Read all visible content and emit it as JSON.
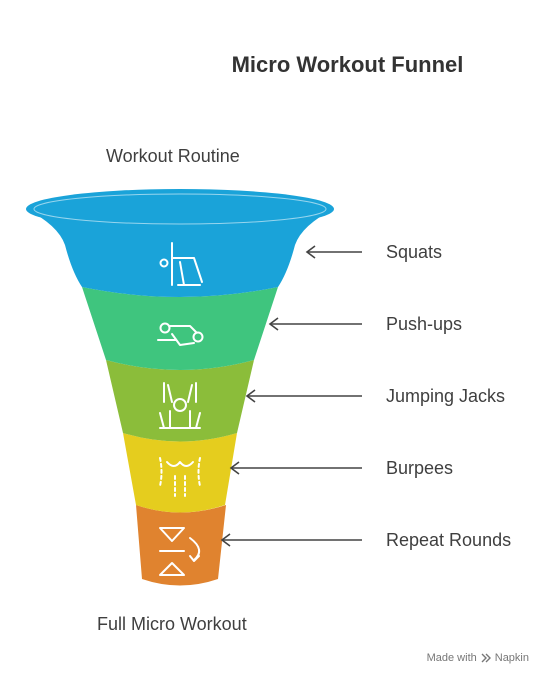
{
  "title": "Micro Workout Funnel",
  "top_label": "Workout Routine",
  "bottom_label": "Full Micro Workout",
  "stages": [
    {
      "label": "Squats",
      "color": "#1aa3d9",
      "icon": "squat-figure-icon"
    },
    {
      "label": "Push-ups",
      "color": "#3fc57e",
      "icon": "pushup-figure-icon"
    },
    {
      "label": "Jumping Jacks",
      "color": "#8bbd3a",
      "icon": "jumping-jack-figure-icon"
    },
    {
      "label": "Burpees",
      "color": "#e5cd1e",
      "icon": "torso-icon"
    },
    {
      "label": "Repeat Rounds",
      "color": "#e0832f",
      "icon": "hourglass-repeat-icon"
    }
  ],
  "footer": {
    "prefix": "Made with",
    "brand": "Napkin"
  }
}
